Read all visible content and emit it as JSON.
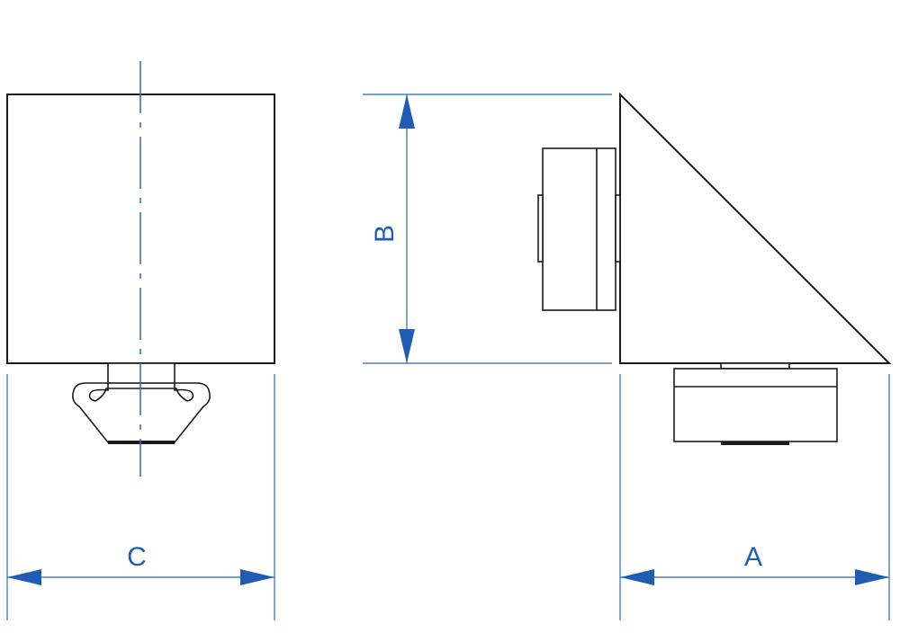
{
  "dimensions": {
    "a_label": "A",
    "b_label": "B",
    "c_label": "C"
  },
  "colors": {
    "dimension": "#1f5db5",
    "outline": "#1a1a1a",
    "background": "#ffffff"
  }
}
